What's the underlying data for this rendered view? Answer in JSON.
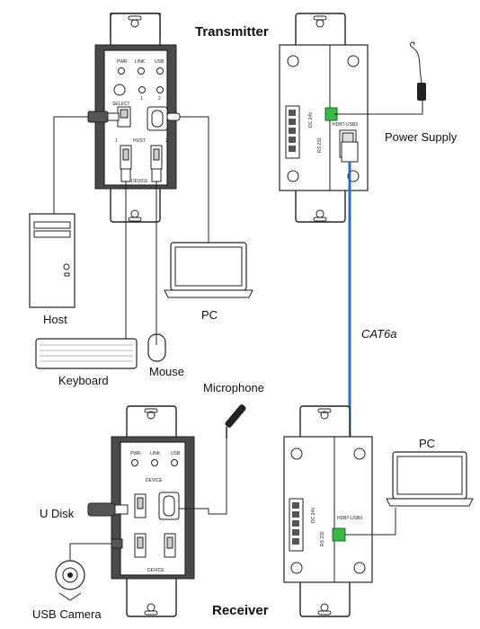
{
  "labels": {
    "transmitter": "Transmitter",
    "receiver": "Receiver",
    "power_supply": "Power Supply",
    "host": "Host",
    "pc_top": "PC",
    "keyboard": "Keyboard",
    "mouse": "Mouse",
    "cat6a": "CAT6a",
    "microphone": "Microphone",
    "pc_bottom": "PC",
    "u_disk": "U Disk",
    "usb_camera": "USB Camera"
  },
  "panel": {
    "pwr": "PWR",
    "link": "LINK",
    "usb": "USB",
    "select": "SELECT",
    "host": "HOST",
    "device": "DEVICE",
    "num1": "1",
    "num2": "2",
    "dc24v": "DC 24V",
    "rs232": "RS 232",
    "hdbt_usb3": "HDBT-USB3"
  },
  "colors": {
    "cable_cat6a": "#2b6cc4",
    "terminal_green": "#3cb54a",
    "panel_dark": "#4a4a4a"
  }
}
